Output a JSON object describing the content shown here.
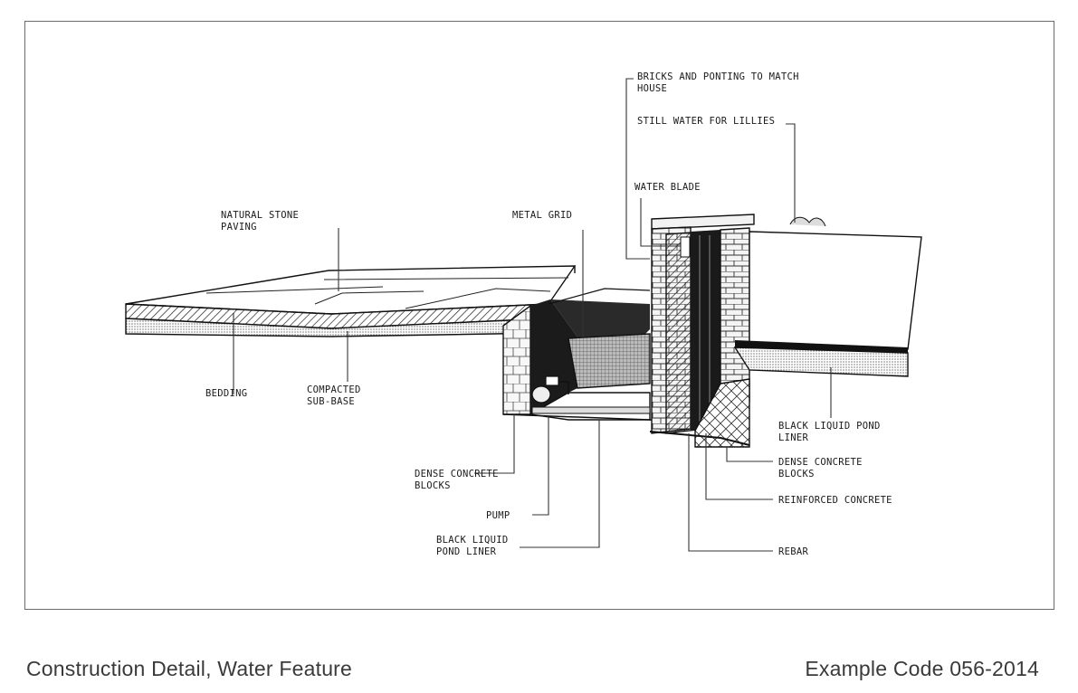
{
  "labels": {
    "bricks_line1": "BRICKS AND PONTING TO MATCH",
    "bricks_line2": "HOUSE",
    "still_water": "STILL WATER FOR LILLIES",
    "water_blade": "WATER BLADE",
    "natural_stone_line1": "NATURAL STONE",
    "natural_stone_line2": "PAVING",
    "metal_grid": "METAL GRID",
    "bedding": "BEDDING",
    "compacted_line1": "COMPACTED",
    "compacted_line2": "SUB-BASE",
    "dense_left_line1": "DENSE CONCRETE",
    "dense_left_line2": "BLOCKS",
    "pump": "PUMP",
    "liner_left_line1": "BLACK LIQUID",
    "liner_left_line2": "POND LINER",
    "liner_right_line1": "BLACK LIQUID POND",
    "liner_right_line2": "LINER",
    "dense_right_line1": "DENSE CONCRETE",
    "dense_right_line2": "BLOCKS",
    "reinforced_concrete": "REINFORCED CONCRETE",
    "rebar": "REBAR"
  },
  "caption": {
    "title": "Construction Detail, Water Feature",
    "code": "Example Code 056-2014"
  },
  "colors": {
    "ink": "#111111",
    "frame": "#6b6b6b",
    "caption": "#3a3a3a"
  }
}
